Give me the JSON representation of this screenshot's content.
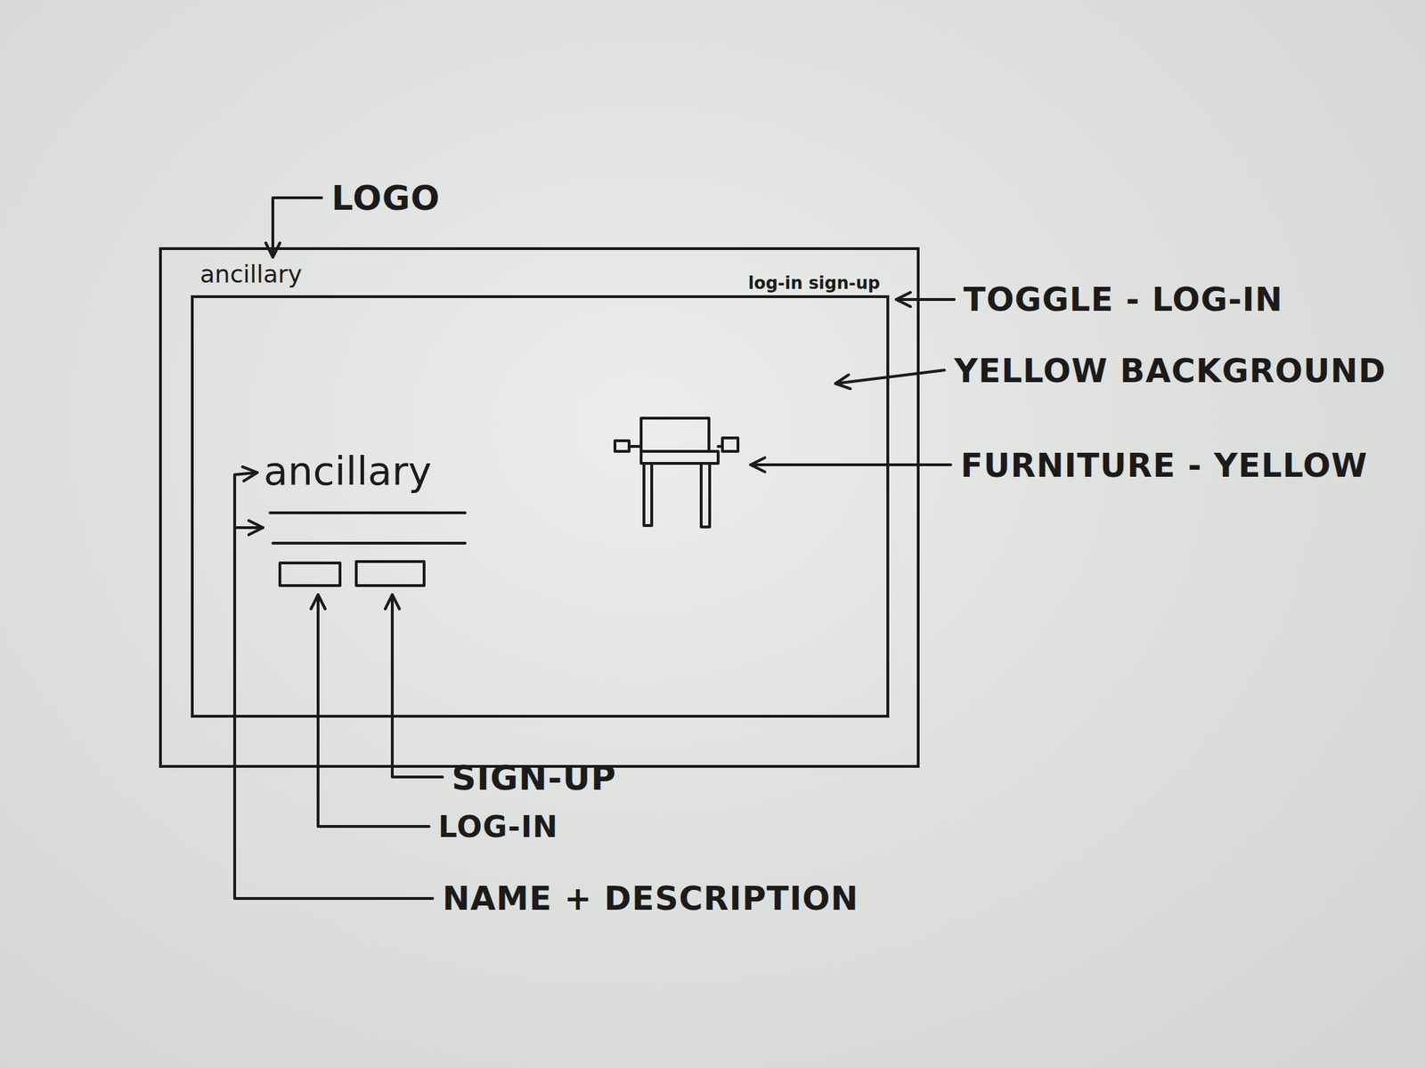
{
  "diagram": {
    "nodes": [
      {
        "text": [
          "ancillary",
          "log-in sign-up"
        ]
      },
      {
        "text": [
          "ancillary"
        ],
        "in": 0
      }
    ],
    "labels": [
      "LOGO",
      "TOGGLE - LOG-IN",
      "YELLOW BACKGROUND",
      "FURNITURE - YELLOW",
      "SIGN-UP",
      "LOG-IN",
      "NAME + DESCRIPTION"
    ]
  }
}
